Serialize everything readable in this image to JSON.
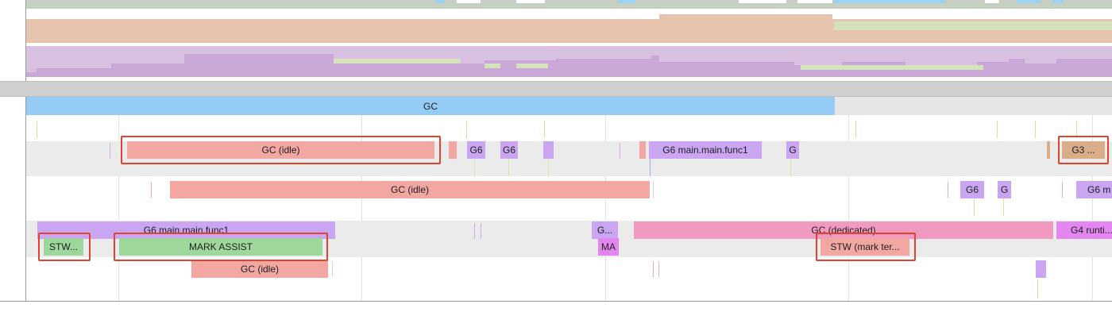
{
  "colors": {
    "gc_blue": "#95ccf5",
    "idle_red": "#f2a7a3",
    "goroutine_purple": "#c9a5f2",
    "dedicated_pink": "#f09ac1",
    "stw_green": "#9ed79a",
    "ma_magenta": "#e486f0",
    "g3_tan": "#d8ad88",
    "highlight_red": "#e0432e"
  },
  "overview": {
    "rows": [
      "heap-area",
      "threads-area",
      "procs-area"
    ]
  },
  "timeline": {
    "gc_bar": "GC",
    "p_row_1": {
      "gc_idle": "GC (idle)",
      "g6_a": "G6",
      "g6_b": "G6",
      "g6_main_func1": "G6 main.main.func1",
      "g_short": "G",
      "g3": "G3 ..."
    },
    "p_row_2": {
      "gc_idle": "GC (idle)",
      "g6": "G6",
      "g": "G",
      "g6m": "G6 m"
    },
    "p_row_3": {
      "g6_main_func1": "G6 main.main.func1",
      "g_ellipsis": "G...",
      "gc_dedicated": "GC (dedicated)",
      "g4_runti": "G4 runti...",
      "stw": "STW...",
      "mark_assist": "MARK ASSIST",
      "ma": "MA",
      "stw_mark_ter": "STW (mark ter...",
      "gc_idle": "GC (idle)"
    }
  }
}
